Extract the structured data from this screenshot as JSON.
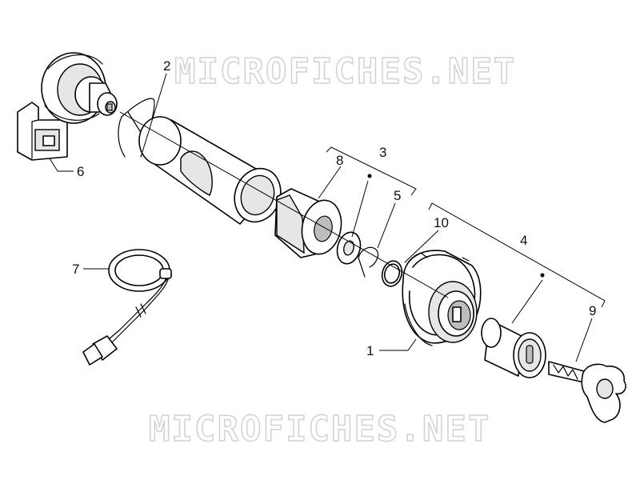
{
  "watermark": {
    "text": "MICROFICHES.NET"
  },
  "parts": [
    {
      "id": "1",
      "label": "1"
    },
    {
      "id": "2",
      "label": "2"
    },
    {
      "id": "3",
      "label": "3"
    },
    {
      "id": "4",
      "label": "4"
    },
    {
      "id": "5",
      "label": "5"
    },
    {
      "id": "6",
      "label": "6"
    },
    {
      "id": "7",
      "label": "7"
    },
    {
      "id": "8",
      "label": "8"
    },
    {
      "id": "9",
      "label": "9"
    },
    {
      "id": "10",
      "label": "10"
    }
  ]
}
